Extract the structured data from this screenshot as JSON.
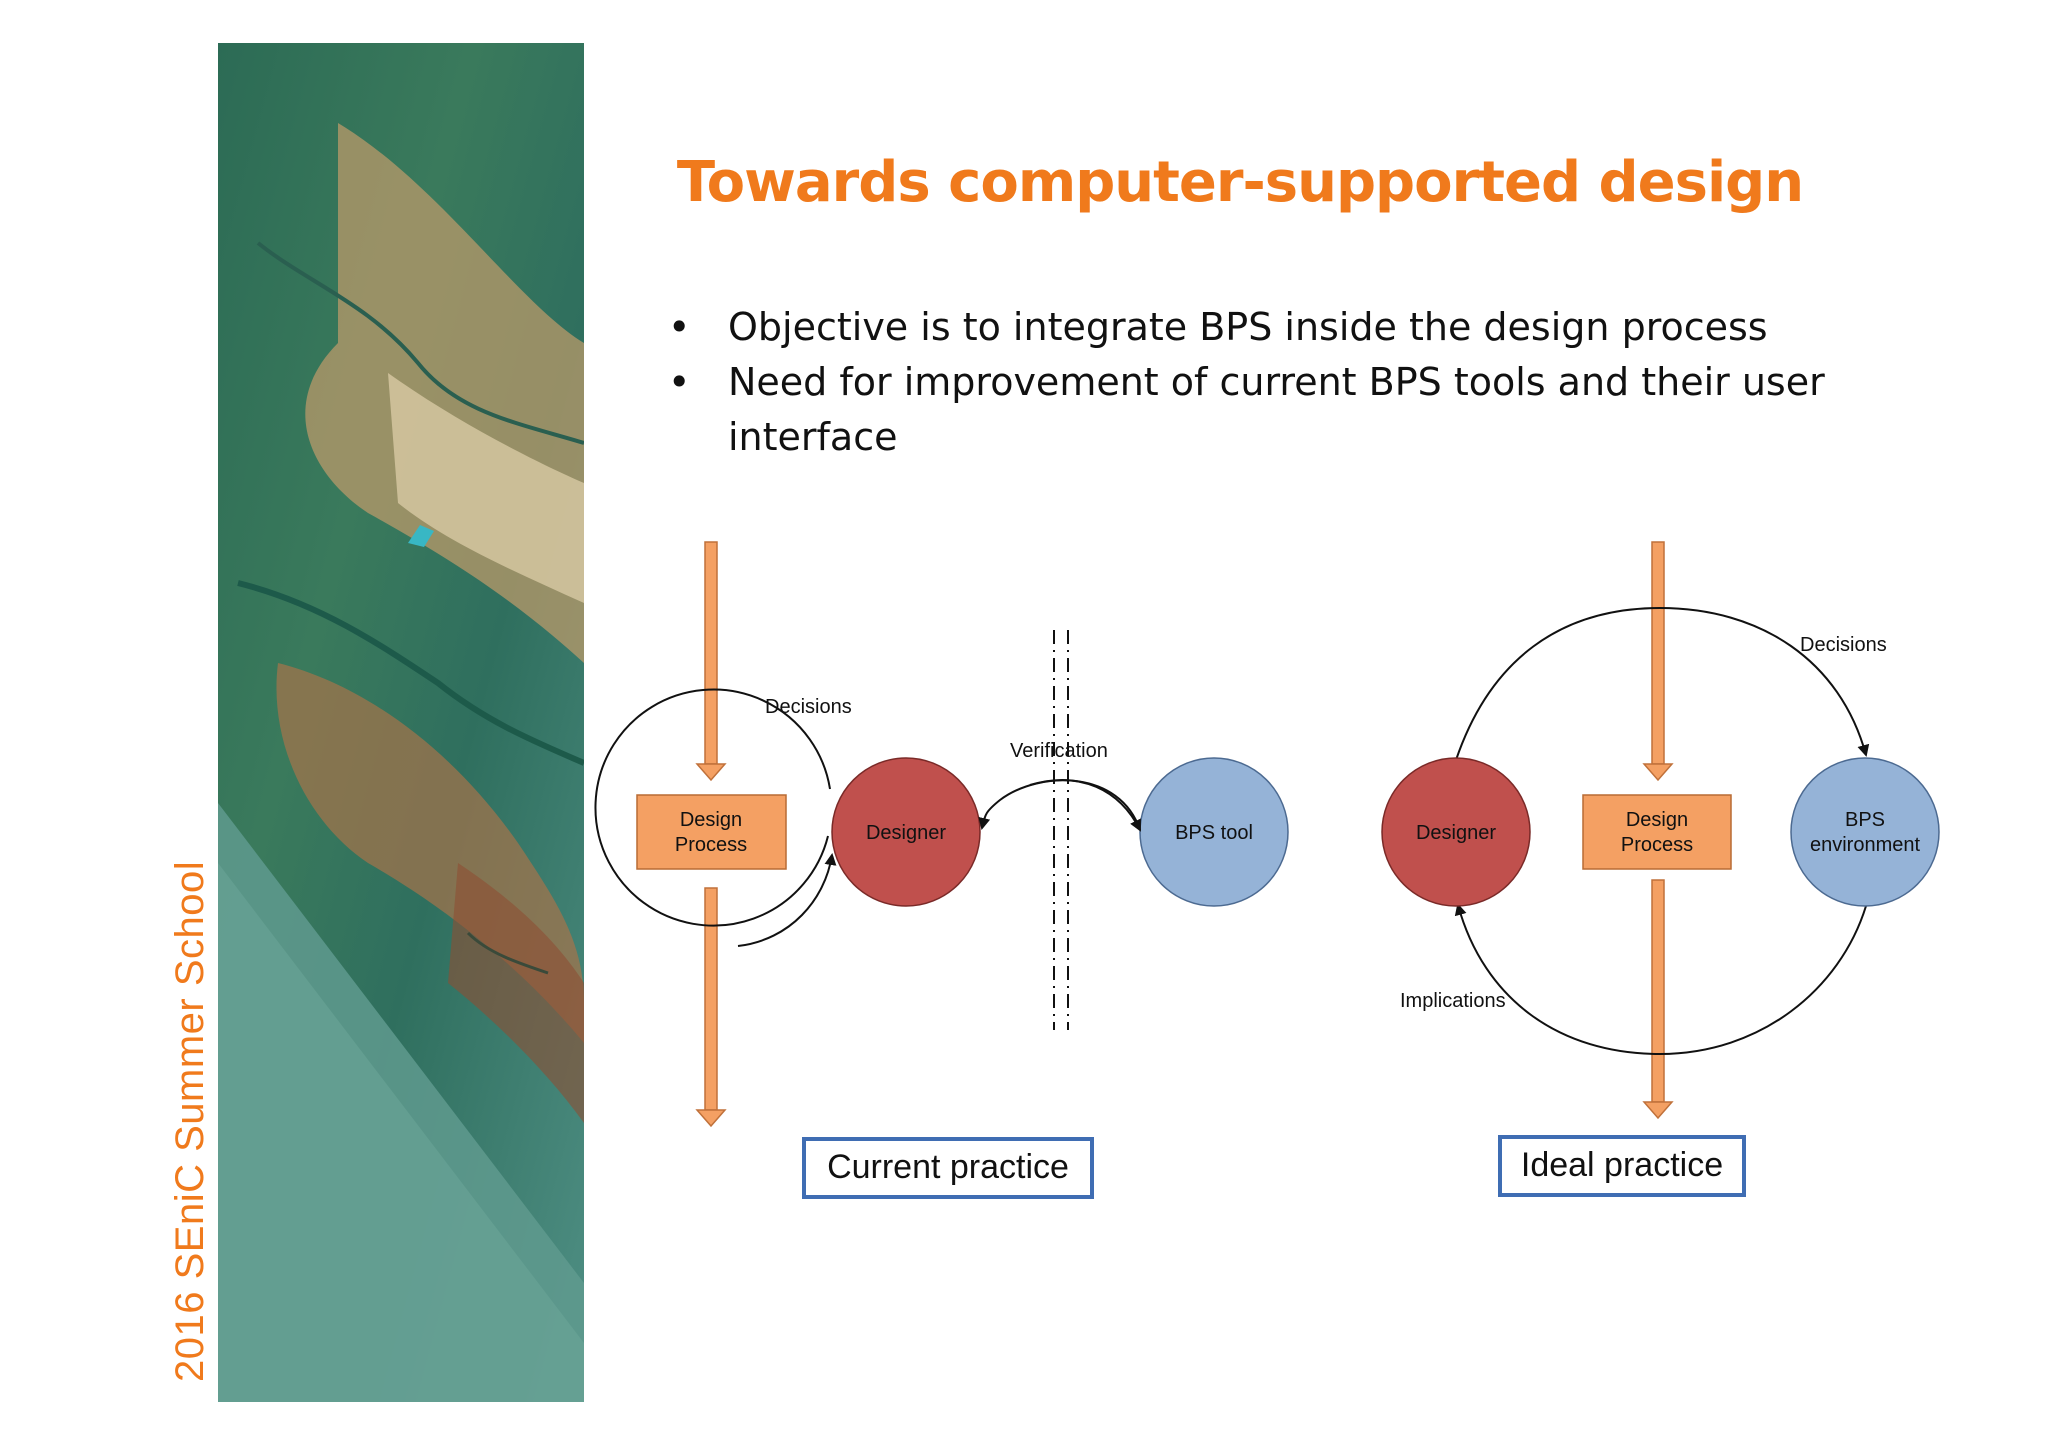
{
  "side_caption": "2016 SEniC Summer School",
  "title": "Towards computer-supported design",
  "bullets": [
    "Objective is to integrate BPS inside the design process",
    "Need for improvement of current BPS tools and their user interface"
  ],
  "current_practice": {
    "design_process_label_1": "Design",
    "design_process_label_2": "Process",
    "designer_label": "Designer",
    "bps_tool_label": "BPS tool",
    "decisions_label": "Decisions",
    "verification_label": "Verification",
    "caption": "Current practice"
  },
  "ideal_practice": {
    "designer_label": "Designer",
    "design_process_label_1": "Design",
    "design_process_label_2": "Process",
    "bps_env_label_1": "BPS",
    "bps_env_label_2": "environment",
    "decisions_label": "Decisions",
    "implications_label": "Implications",
    "caption": "Ideal practice"
  },
  "colors": {
    "accent_orange": "#f07a1c",
    "process_box": "#f4a063",
    "designer_circle": "#c0504d",
    "bps_circle": "#95b3d7",
    "caption_border": "#3f6db3"
  }
}
